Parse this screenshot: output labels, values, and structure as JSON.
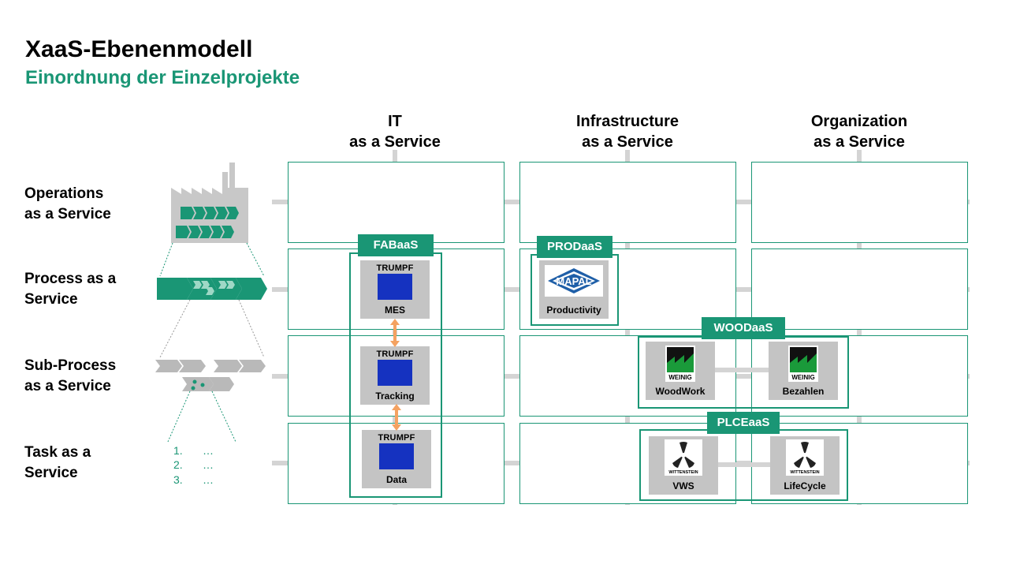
{
  "header": {
    "title": "XaaS-Ebenenmodell",
    "subtitle": "Einordnung der Einzelprojekte"
  },
  "columns": [
    {
      "line1": "IT",
      "line2": "as a Service"
    },
    {
      "line1": "Infrastructure",
      "line2": "as a Service"
    },
    {
      "line1": "Organization",
      "line2": "as a Service"
    }
  ],
  "rows": [
    {
      "line1": "Operations",
      "line2": "as a Service"
    },
    {
      "line1": "Process as a",
      "line2": "Service"
    },
    {
      "line1": "Sub-Process",
      "line2": "as a Service"
    },
    {
      "line1": "Task as a",
      "line2": "Service"
    }
  ],
  "task_list": [
    {
      "num": "1.",
      "text": "…"
    },
    {
      "num": "2.",
      "text": "…"
    },
    {
      "num": "3.",
      "text": "…"
    }
  ],
  "groups": {
    "fabaas": {
      "label": "FABaaS",
      "cards": [
        {
          "brand": "TRUMPF",
          "name": "MES"
        },
        {
          "brand": "TRUMPF",
          "name": "Tracking"
        },
        {
          "brand": "TRUMPF",
          "name": "Data"
        }
      ]
    },
    "prodaas": {
      "label": "PRODaaS",
      "cards": [
        {
          "brand": "MAPAL",
          "name": "Productivity"
        }
      ]
    },
    "woodaas": {
      "label": "WOODaaS",
      "cards": [
        {
          "brand": "WEINIG",
          "name": "WoodWork"
        },
        {
          "brand": "WEINIG",
          "name": "Bezahlen"
        }
      ]
    },
    "plceaas": {
      "label": "PLCEaaS",
      "cards": [
        {
          "brand": "WITTENSTEIN",
          "name": "VWS"
        },
        {
          "brand": "WITTENSTEIN",
          "name": "LifeCycle"
        }
      ]
    }
  },
  "colors": {
    "accent": "#1a9675",
    "trumpf_blue": "#1532c0",
    "arrow": "#f4a261",
    "card_gray": "#c4c4c4",
    "grid_line": "#d4d4d4"
  }
}
